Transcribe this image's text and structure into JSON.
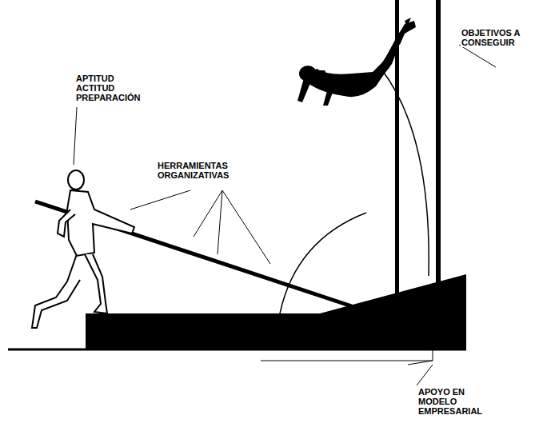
{
  "diagram": {
    "labels": [
      "APTITUD ACTITUD PREPARACIÓN",
      "HERRAMIENTAS ORGANIZATIVAS",
      "OBJETIVOS A CONSEGUIR",
      "APOYO EN MODELO EMPRESARIAL"
    ]
  }
}
